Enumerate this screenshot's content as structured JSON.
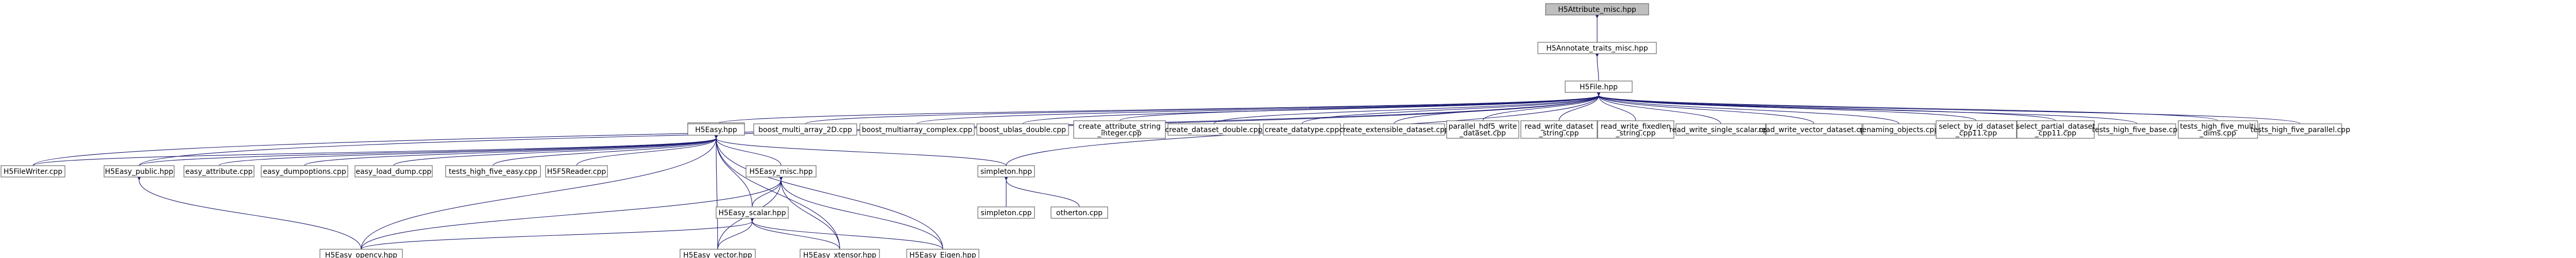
{
  "colors": {
    "edge": "#191970",
    "node_fill": "#ffffff",
    "highlight_fill": "#bfbfbf",
    "node_border": "#666666"
  },
  "graph": {
    "highlighted": "n0",
    "nodes": [
      {
        "id": "n0",
        "lines": [
          "H5Attribute_misc.hpp"
        ]
      },
      {
        "id": "n1",
        "lines": [
          "H5Annotate_traits_misc.hpp"
        ]
      },
      {
        "id": "n2",
        "lines": [
          "H5File.hpp"
        ]
      },
      {
        "id": "n3",
        "lines": [
          "H5Easy.hpp"
        ]
      },
      {
        "id": "n4",
        "lines": [
          "boost_multi_array_2D.cpp"
        ]
      },
      {
        "id": "n5",
        "lines": [
          "boost_multiarray_complex.cpp"
        ]
      },
      {
        "id": "n6",
        "lines": [
          "boost_ublas_double.cpp"
        ]
      },
      {
        "id": "n7",
        "lines": [
          "create_attribute_string",
          "_integer.cpp"
        ]
      },
      {
        "id": "n8",
        "lines": [
          "create_dataset_double.cpp"
        ]
      },
      {
        "id": "n9",
        "lines": [
          "create_datatype.cpp"
        ]
      },
      {
        "id": "n10",
        "lines": [
          "create_extensible_dataset.cpp"
        ]
      },
      {
        "id": "n11",
        "lines": [
          "parallel_hdf5_write",
          "_dataset.cpp"
        ]
      },
      {
        "id": "n12",
        "lines": [
          "read_write_dataset",
          "_string.cpp"
        ]
      },
      {
        "id": "n13",
        "lines": [
          "read_write_fixedlen",
          "_string.cpp"
        ]
      },
      {
        "id": "n14",
        "lines": [
          "read_write_single_scalar.cpp"
        ]
      },
      {
        "id": "n15",
        "lines": [
          "read_write_vector_dataset.cpp"
        ]
      },
      {
        "id": "n16",
        "lines": [
          "renaming_objects.cpp"
        ]
      },
      {
        "id": "n17",
        "lines": [
          "select_by_id_dataset",
          "_cpp11.cpp"
        ]
      },
      {
        "id": "n18",
        "lines": [
          "select_partial_dataset",
          "_cpp11.cpp"
        ]
      },
      {
        "id": "n19",
        "lines": [
          "tests_high_five_base.cpp"
        ]
      },
      {
        "id": "n20",
        "lines": [
          "tests_high_five_multi",
          "_dims.cpp"
        ]
      },
      {
        "id": "n21",
        "lines": [
          "tests_high_five_parallel.cpp"
        ]
      },
      {
        "id": "n22",
        "lines": [
          "H5Easy.hpp"
        ]
      },
      {
        "id": "n23",
        "lines": [
          "H5FileWriter.cpp"
        ]
      },
      {
        "id": "n24",
        "lines": [
          "H5Easy_public.hpp"
        ]
      },
      {
        "id": "n25",
        "lines": [
          "easy_attribute.cpp"
        ]
      },
      {
        "id": "n26",
        "lines": [
          "easy_dumpoptions.cpp"
        ]
      },
      {
        "id": "n27",
        "lines": [
          "easy_load_dump.cpp"
        ]
      },
      {
        "id": "n28",
        "lines": [
          "tests_high_five_easy.cpp"
        ]
      },
      {
        "id": "n29",
        "lines": [
          "H5F5Reader.cpp"
        ]
      },
      {
        "id": "n30",
        "lines": [
          "H5Easy_misc.hpp"
        ]
      },
      {
        "id": "n31",
        "lines": [
          "simpleton.hpp"
        ]
      },
      {
        "id": "n32",
        "lines": [
          "H5Easy_scalar.hpp"
        ]
      },
      {
        "id": "n33",
        "lines": [
          "simpleton.cpp"
        ]
      },
      {
        "id": "n34",
        "lines": [
          "otherton.cpp"
        ]
      },
      {
        "id": "n35",
        "lines": [
          "H5Easy_opencv.hpp"
        ]
      },
      {
        "id": "n36",
        "lines": [
          "H5Easy_vector.hpp"
        ]
      },
      {
        "id": "n37",
        "lines": [
          "H5Easy_xtensor.hpp"
        ]
      },
      {
        "id": "n38",
        "lines": [
          "H5Easy_Eigen.hpp"
        ]
      }
    ],
    "edges": [
      [
        "n0",
        "n1"
      ],
      [
        "n1",
        "n2"
      ],
      [
        "n2",
        "n4"
      ],
      [
        "n2",
        "n5"
      ],
      [
        "n2",
        "n6"
      ],
      [
        "n2",
        "n7"
      ],
      [
        "n2",
        "n8"
      ],
      [
        "n2",
        "n9"
      ],
      [
        "n2",
        "n10"
      ],
      [
        "n2",
        "n11"
      ],
      [
        "n2",
        "n12"
      ],
      [
        "n2",
        "n13"
      ],
      [
        "n2",
        "n14"
      ],
      [
        "n2",
        "n15"
      ],
      [
        "n2",
        "n16"
      ],
      [
        "n2",
        "n17"
      ],
      [
        "n2",
        "n18"
      ],
      [
        "n2",
        "n19"
      ],
      [
        "n2",
        "n20"
      ],
      [
        "n2",
        "n21"
      ],
      [
        "n2",
        "n22"
      ],
      [
        "n2",
        "n23"
      ],
      [
        "n2",
        "n24"
      ],
      [
        "n2",
        "n31"
      ],
      [
        "n22",
        "n23"
      ],
      [
        "n22",
        "n24"
      ],
      [
        "n22",
        "n25"
      ],
      [
        "n22",
        "n26"
      ],
      [
        "n22",
        "n27"
      ],
      [
        "n22",
        "n28"
      ],
      [
        "n22",
        "n29"
      ],
      [
        "n22",
        "n30"
      ],
      [
        "n22",
        "n31"
      ],
      [
        "n22",
        "n32"
      ],
      [
        "n22",
        "n35"
      ],
      [
        "n22",
        "n36"
      ],
      [
        "n22",
        "n37"
      ],
      [
        "n22",
        "n38"
      ],
      [
        "n30",
        "n32"
      ],
      [
        "n30",
        "n35"
      ],
      [
        "n30",
        "n36"
      ],
      [
        "n30",
        "n37"
      ],
      [
        "n30",
        "n38"
      ],
      [
        "n32",
        "n35"
      ],
      [
        "n32",
        "n36"
      ],
      [
        "n32",
        "n37"
      ],
      [
        "n32",
        "n38"
      ],
      [
        "n31",
        "n33"
      ],
      [
        "n31",
        "n34"
      ],
      [
        "n24",
        "n35"
      ]
    ]
  }
}
